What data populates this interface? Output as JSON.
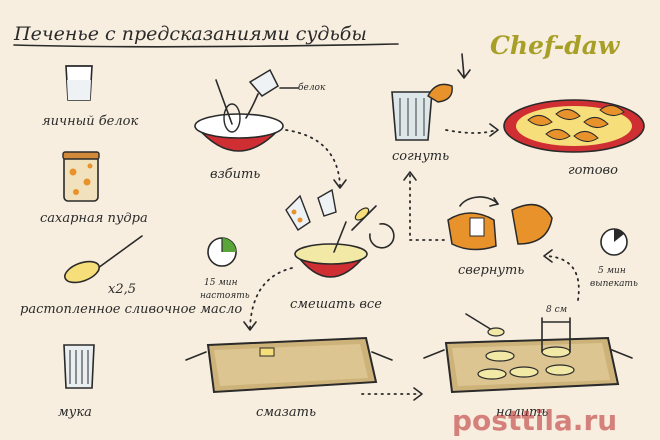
{
  "title": "Печенье с предсказаниями судьбы",
  "brand": "Chef-daw",
  "watermark": "posttila.ru",
  "colors": {
    "paper": "#f7eedf",
    "bowl_red": "#cf2f33",
    "orange": "#e8922c",
    "batter": "#f3e9a6",
    "tray": "#cdb37a",
    "glass": "#dde6e8"
  },
  "ingredients": [
    {
      "label": "яичный белок",
      "icon": "milk-glass-icon"
    },
    {
      "label": "сахарная пудра",
      "icon": "sugar-jar-icon"
    },
    {
      "label": "растопленное сливочное масло",
      "icon": "butter-spoon-icon",
      "quantity": "x2,5"
    },
    {
      "label": "мука",
      "icon": "flour-glass-icon"
    }
  ],
  "steps": {
    "whisk": {
      "label": "взбить",
      "annotation": "белок"
    },
    "mix": {
      "label": "смешать все"
    },
    "rest": {
      "label": "настоять",
      "time": "15 мин"
    },
    "grease": {
      "label": "смазать"
    },
    "pour": {
      "label": "налить",
      "size": "8 см"
    },
    "bake": {
      "label": "выпекать",
      "time": "5 мин"
    },
    "roll": {
      "label": "свернуть"
    },
    "bend": {
      "label": "согнуть"
    },
    "done": {
      "label": "готово"
    }
  }
}
